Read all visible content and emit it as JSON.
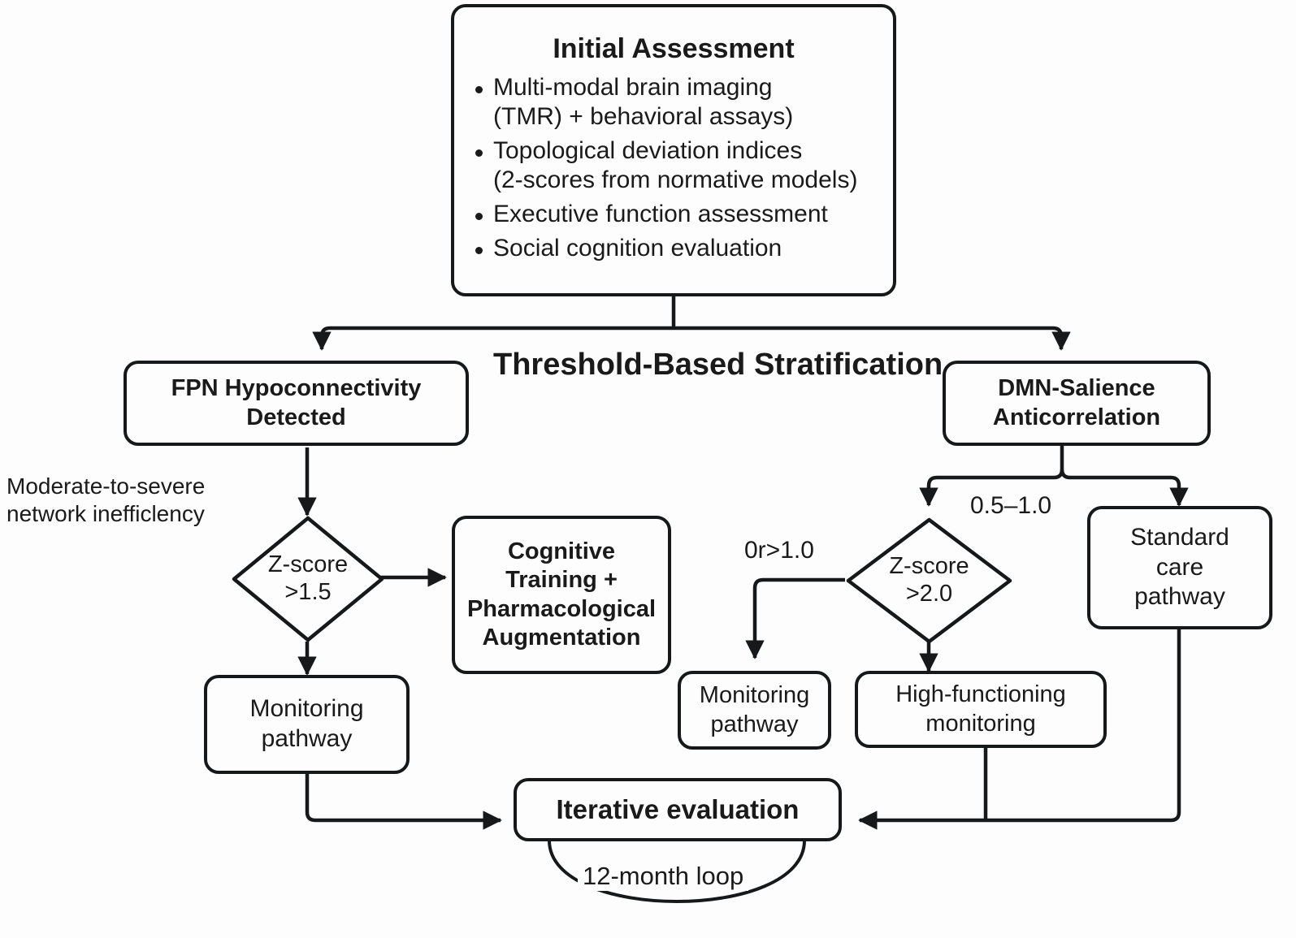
{
  "diagram": {
    "title_overlay": "Threshold-Based Stratification",
    "background_color": "#fdfdfd",
    "stroke_color": "#16181a",
    "nodes": {
      "initial_assessment": {
        "title": "Initial Assessment",
        "bullets": [
          "Multi-modal brain imaging\n(TMR) + behavioral assays)",
          "Topological deviation indices\n(2-scores from normative models)",
          "Executive function assessment",
          "Social cognition evaluation"
        ]
      },
      "fpn_hypoconnectivity": {
        "line1": "FPN Hypoconnectivity",
        "line2": "Detected"
      },
      "dmn_salience": {
        "line1": "DMN-Salience",
        "line2": "Anticorrelation"
      },
      "zscore_left": {
        "line1": "Z-score",
        "line2": ">1.5"
      },
      "zscore_right": {
        "line1": "Z-score",
        "line2": ">2.0"
      },
      "cognitive_training": {
        "line1": "Cognitive",
        "line2": "Training +",
        "line3": "Pharmacological",
        "line4": "Augmentation"
      },
      "monitoring_left": {
        "line1": "Monitoring",
        "line2": "pathway"
      },
      "monitoring_right": {
        "line1": "Monitoring",
        "line2": "pathway"
      },
      "high_functioning": {
        "line1": "High-functioning",
        "line2": "monitoring"
      },
      "standard_care": {
        "line1": "Standard",
        "line2": "care",
        "line3": "pathway"
      },
      "iterative_evaluation": {
        "label": "Iterative evaluation"
      }
    },
    "edge_labels": {
      "moderate_severe": "Moderate-to-severe\nnetwork inefficlency",
      "or_gt_1": "0r>1.0",
      "range_05_10": "0.5–1.0",
      "twelve_month_loop": "12-month loop"
    }
  }
}
